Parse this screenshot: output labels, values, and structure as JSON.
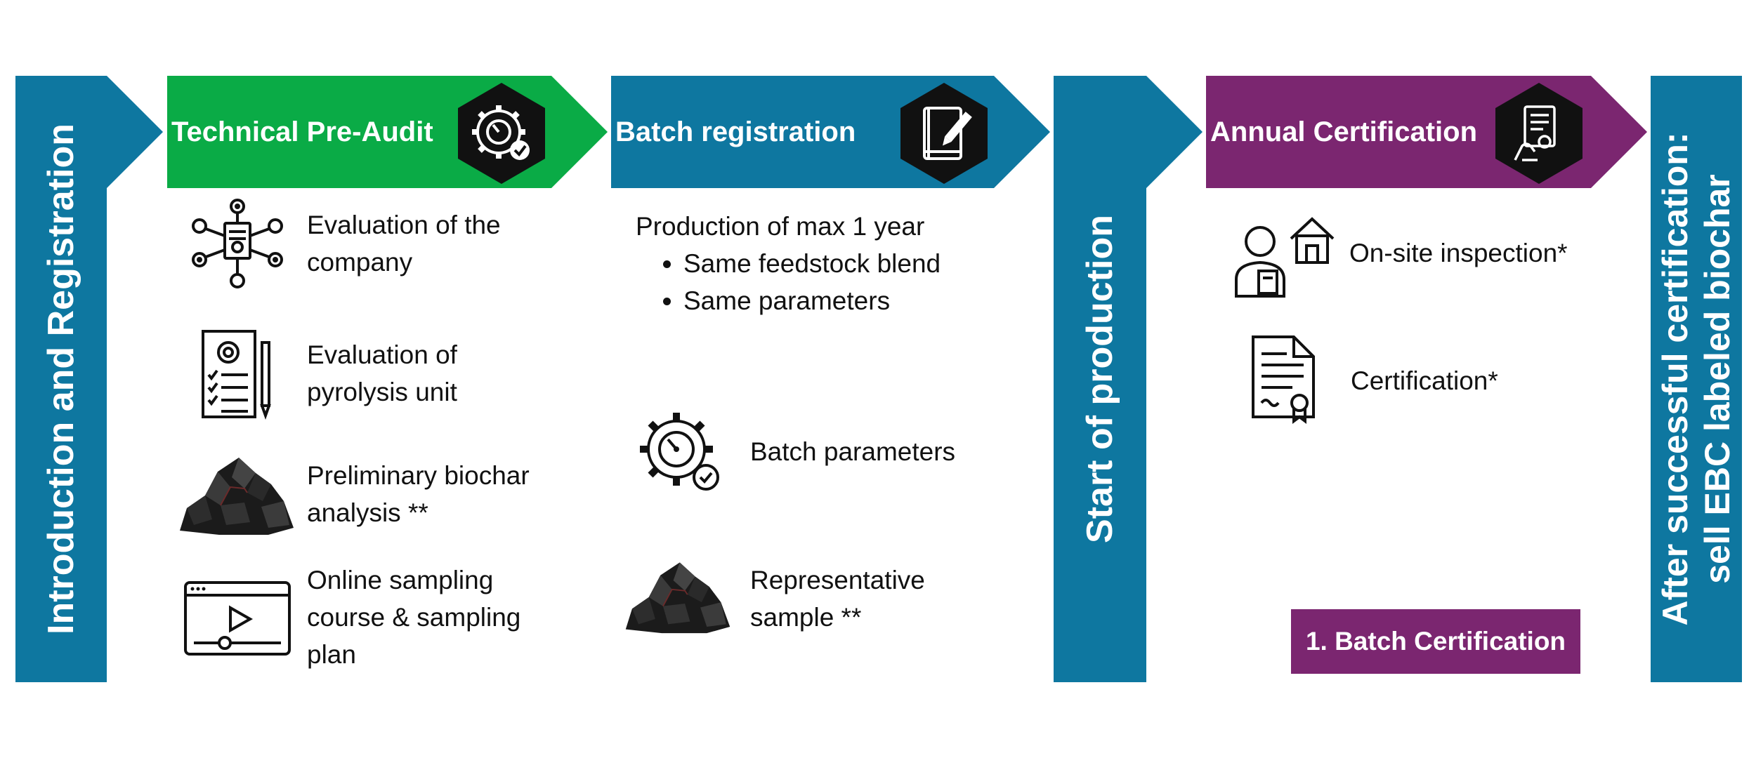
{
  "colors": {
    "blue": "#0e77a0",
    "green": "#0aab46",
    "purple": "#7b2670",
    "black": "#111111"
  },
  "stages": {
    "intro": "Introduction and Registration",
    "technical": {
      "title": "Technical Pre-Audit",
      "icon": "gear-check-icon",
      "items": [
        {
          "icon": "network-document-icon",
          "lines": [
            "Evaluation of the",
            "company"
          ]
        },
        {
          "icon": "checklist-gear-icon",
          "lines": [
            "Evaluation of",
            "pyrolysis unit"
          ]
        },
        {
          "icon": "biochar-pile-icon",
          "lines": [
            "Preliminary biochar",
            "analysis **"
          ]
        },
        {
          "icon": "video-player-icon",
          "lines": [
            "Online sampling",
            "course & sampling",
            "plan"
          ]
        }
      ]
    },
    "batch": {
      "title": "Batch registration",
      "icon": "notebook-pen-icon",
      "production": "Production of max 1 year",
      "bullets": [
        "Same feedstock blend",
        "Same parameters"
      ],
      "items": [
        {
          "icon": "gauge-gear-icon",
          "lines": [
            "Batch parameters"
          ]
        },
        {
          "icon": "biochar-pile-icon",
          "lines": [
            "Representative",
            "sample **"
          ]
        }
      ]
    },
    "start": "Start of production",
    "annual": {
      "title": "Annual Certification",
      "icon": "certificate-hand-icon",
      "items": [
        {
          "icon": "inspector-house-icon",
          "lines": [
            "On-site inspection*"
          ]
        },
        {
          "icon": "certificate-document-icon",
          "lines": [
            "Certification*"
          ]
        }
      ],
      "badge": "1. Batch Certification"
    },
    "final": [
      "After successful certification:",
      "sell EBC labeled biochar"
    ]
  }
}
